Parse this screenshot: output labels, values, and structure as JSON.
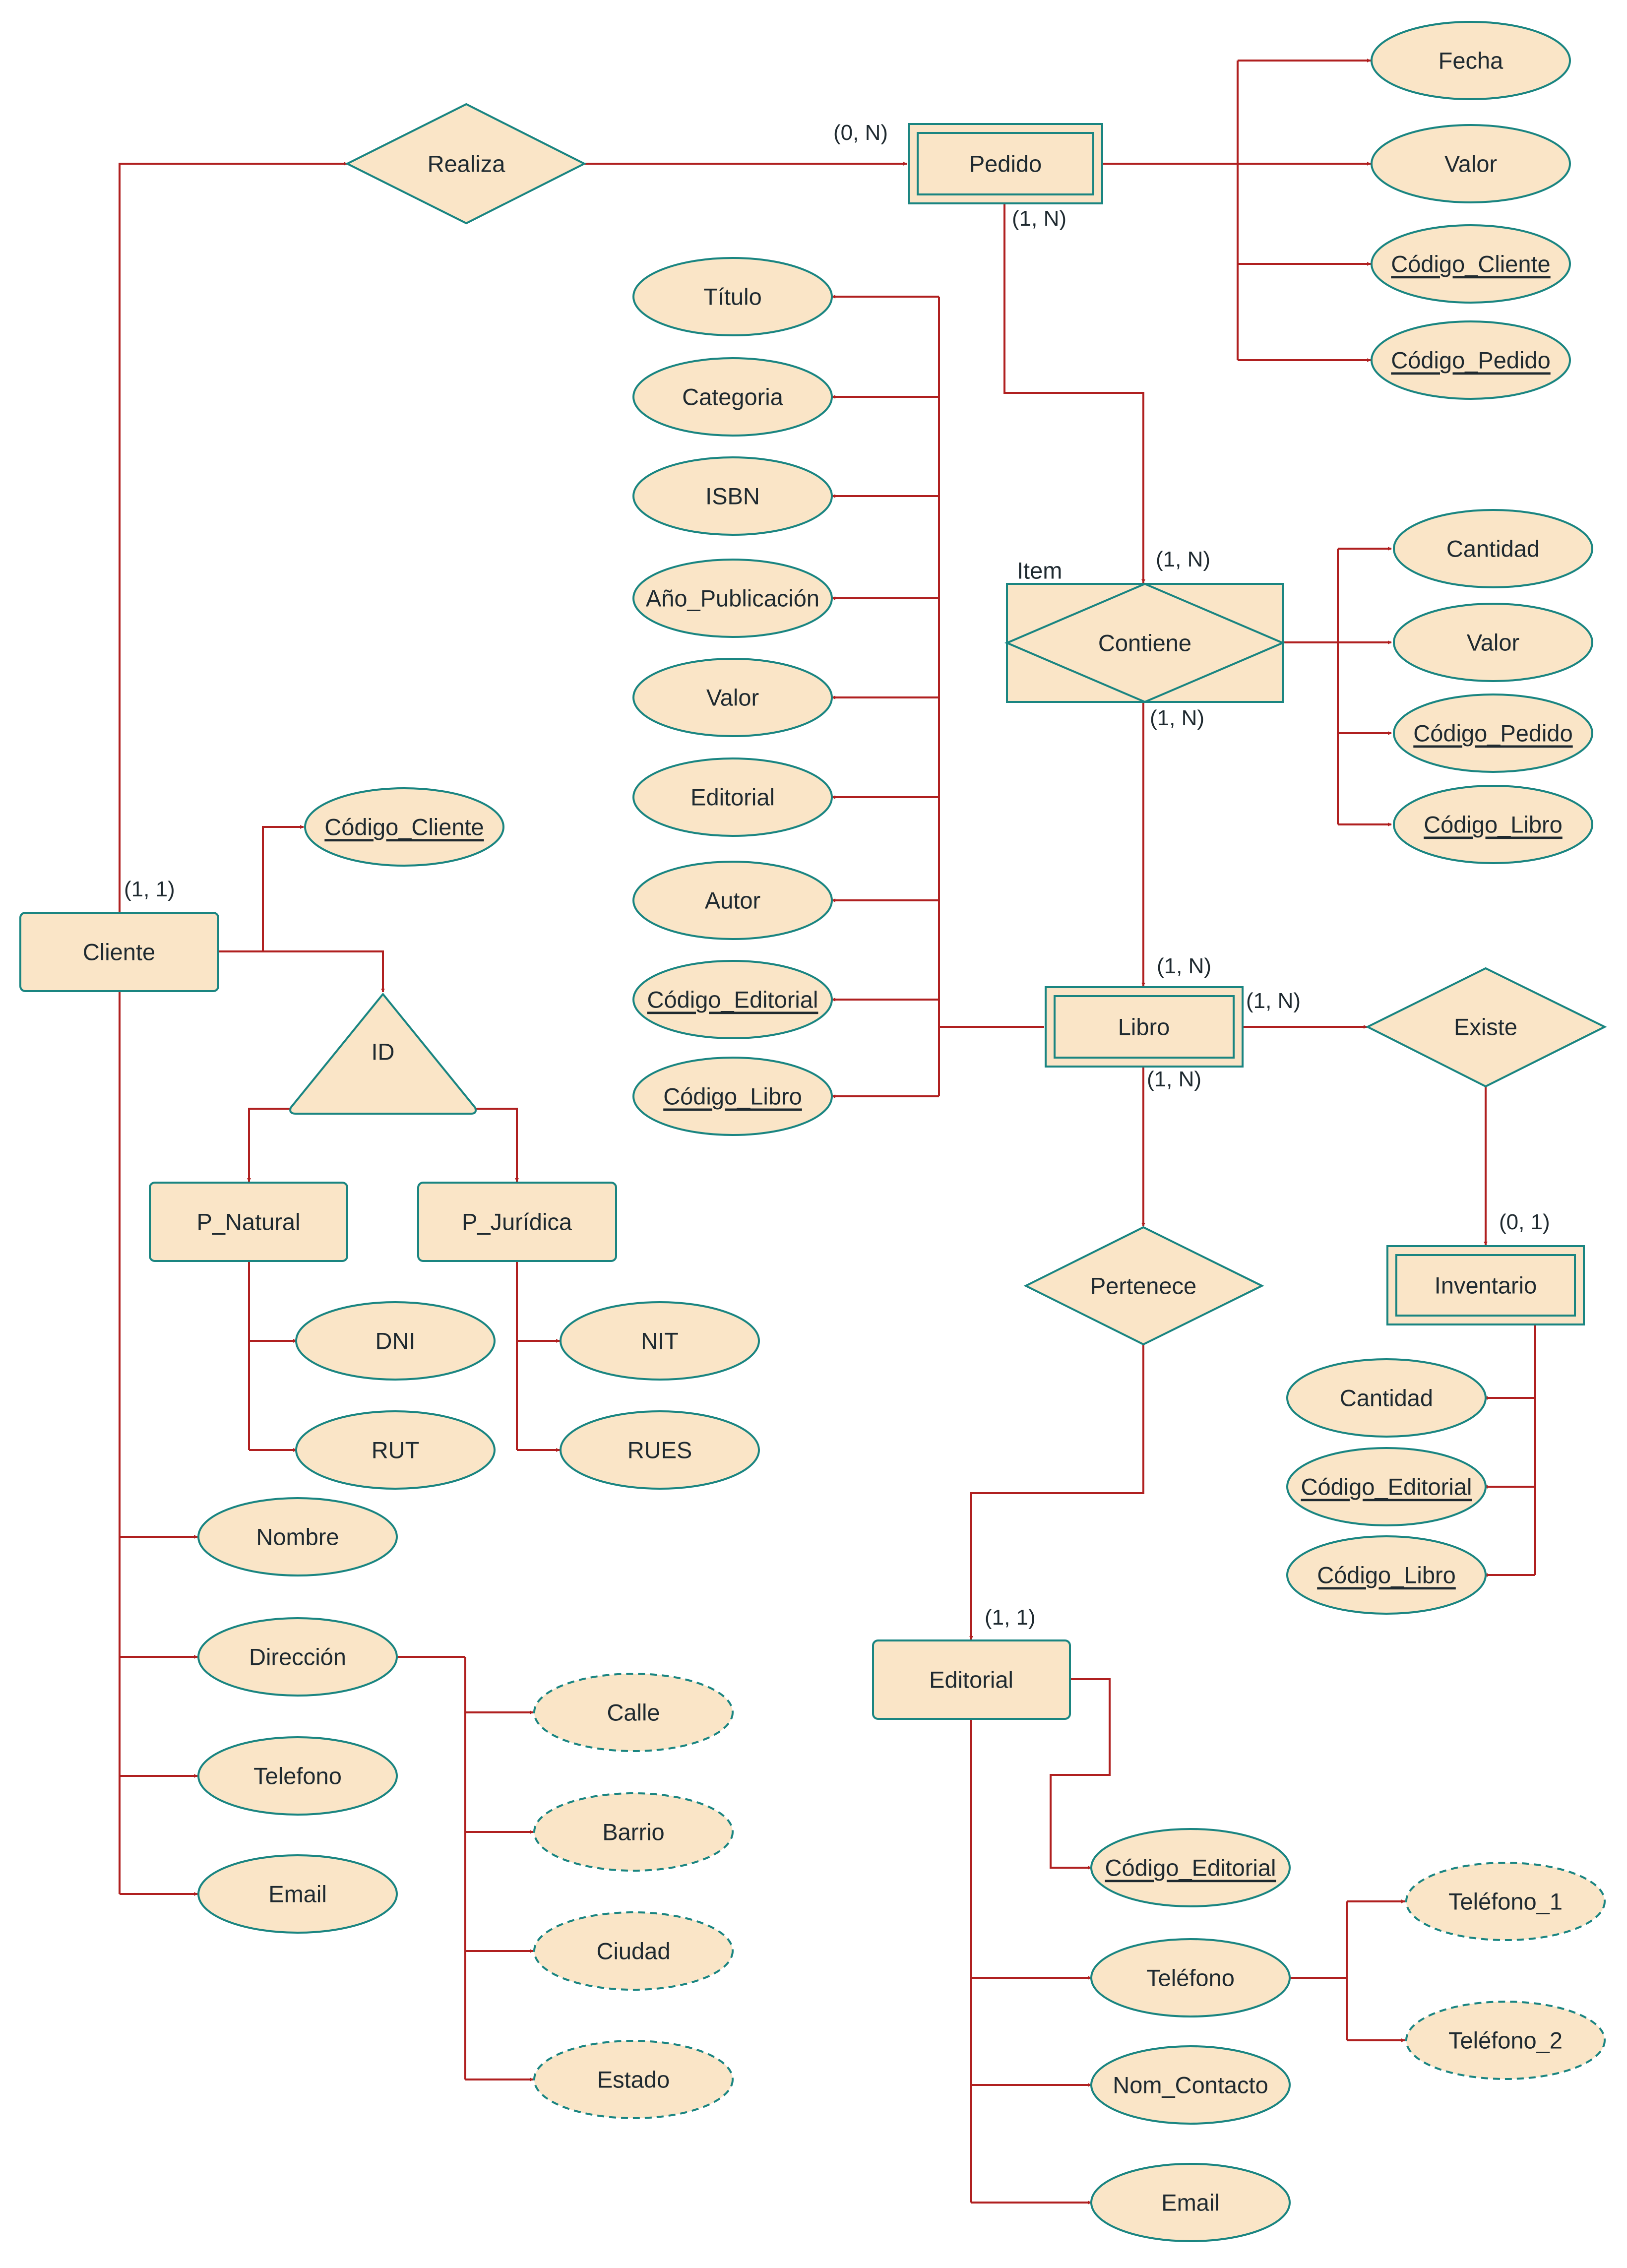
{
  "colors": {
    "fill": "#fae5c7",
    "stroke": "#1a8581",
    "line": "#b02020",
    "text": "#1f2a30"
  },
  "entities": {
    "cliente": "Cliente",
    "pedido": "Pedido",
    "libro": "Libro",
    "editorial": "Editorial",
    "inventario": "Inventario",
    "p_natural": "P_Natural",
    "p_juridica": "P_Jurídica"
  },
  "relationships": {
    "realiza": "Realiza",
    "contiene": "Contiene",
    "existe": "Existe",
    "pertenece": "Pertenece",
    "id": "ID"
  },
  "item_label": "Item",
  "attributes": {
    "pedido": [
      "Fecha",
      "Valor",
      "Código_Cliente",
      "Código_Pedido"
    ],
    "libro": [
      "Título",
      "Categoria",
      "ISBN",
      "Año_Publicación",
      "Valor",
      "Editorial",
      "Autor",
      "Código_Editorial",
      "Código_Libro"
    ],
    "contiene": [
      "Cantidad",
      "Valor",
      "Código_Pedido",
      "Código_Libro"
    ],
    "cliente_codigo": "Código_Cliente",
    "cliente": [
      "Nombre",
      "Dirección",
      "Telefono",
      "Email"
    ],
    "p_natural": [
      "DNI",
      "RUT"
    ],
    "p_juridica": [
      "NIT",
      "RUES"
    ],
    "direccion": [
      "Calle",
      "Barrio",
      "Ciudad",
      "Estado"
    ],
    "inventario": [
      "Cantidad",
      "Código_Editorial",
      "Código_Libro"
    ],
    "editorial": [
      "Código_Editorial",
      "Teléfono",
      "Nom_Contacto",
      "Email"
    ],
    "telefono": [
      "Teléfono_1",
      "Teléfono_2"
    ]
  },
  "cardinalities": {
    "realiza_pedido": "(0, N)",
    "pedido_contiene": "(1, N)",
    "contiene_top": "(1, N)",
    "contiene_bottom": "(1, N)",
    "libro_top": "(1, N)",
    "libro_right": "(1, N)",
    "libro_bottom": "(1, N)",
    "inventario": "(0, 1)",
    "cliente": "(1, 1)",
    "editorial": "(1, 1)"
  }
}
